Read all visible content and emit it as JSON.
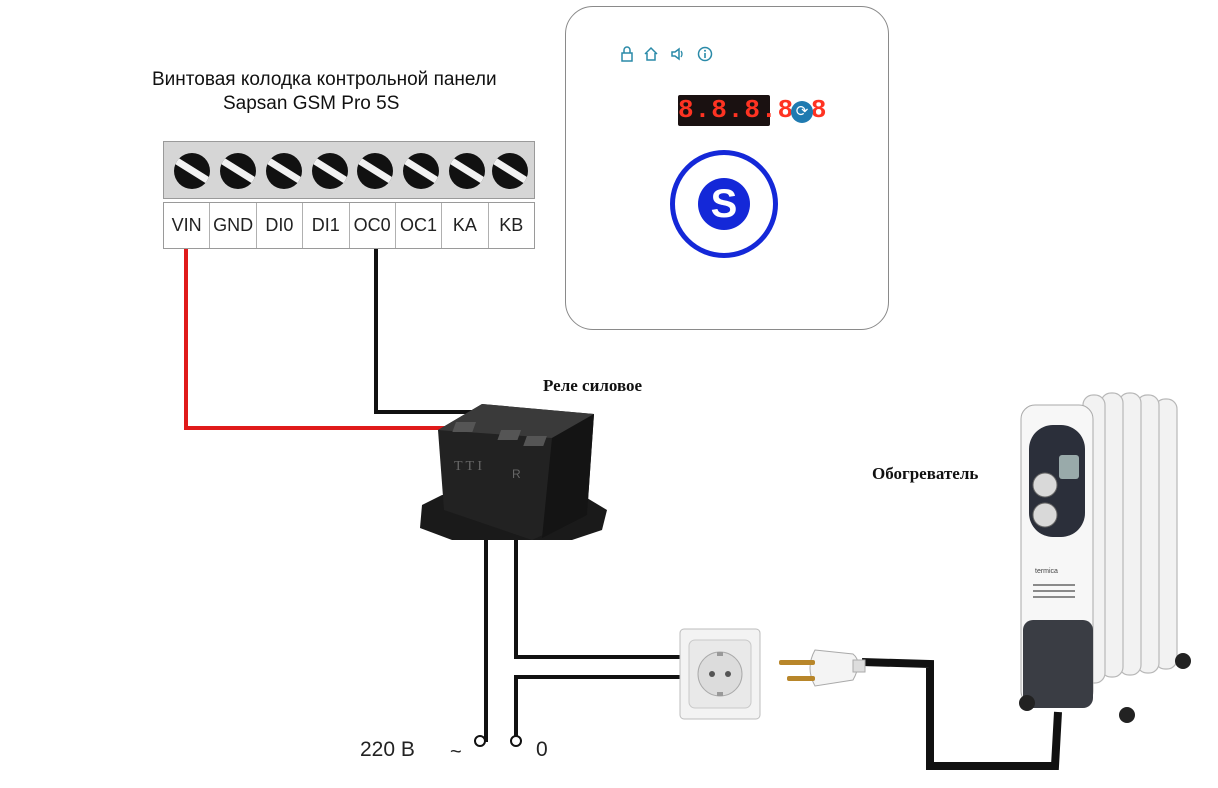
{
  "terminal_block": {
    "title_line1": "Винтовая колодка контрольной панели",
    "title_line2": "Sapsan GSM Pro 5S",
    "terminals": [
      "VIN",
      "GND",
      "DI0",
      "DI1",
      "OC0",
      "OC1",
      "KA",
      "KB"
    ]
  },
  "control_panel": {
    "display_text": "8.8.8.8.8",
    "status_icons": [
      "lock-icon",
      "home-icon",
      "speaker-icon",
      "info-icon"
    ],
    "logo_letter": "S"
  },
  "relay": {
    "label": "Реле силовое"
  },
  "heater": {
    "label": "Обогреватель"
  },
  "power_source": {
    "voltage_label": "220 В",
    "phase_symbol": "~",
    "neutral_label": "0"
  },
  "colors": {
    "positive_wire": "#e01a1a",
    "wire": "#111111",
    "logo_blue": "#1428d8",
    "display_red": "#ff3322"
  }
}
